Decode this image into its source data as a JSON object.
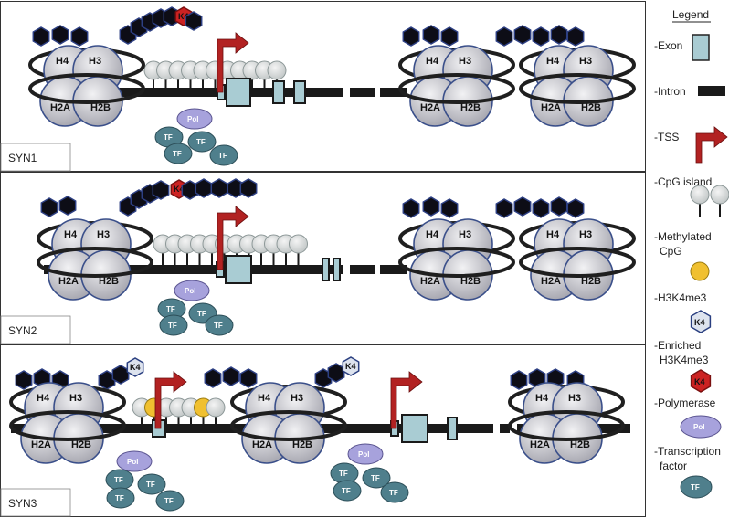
{
  "panels": [
    {
      "label": "SYN1"
    },
    {
      "label": "SYN2"
    },
    {
      "label": "SYN3"
    }
  ],
  "histones": {
    "h2a": "H2A",
    "h2b": "H2B",
    "h3": "H3",
    "h4": "H4"
  },
  "marks": {
    "k4": "K4",
    "pol": "Pol",
    "tf": "TF"
  },
  "legend": {
    "title": "Legend",
    "items": [
      {
        "label": "-Exon"
      },
      {
        "label": "-Intron"
      },
      {
        "label": "-TSS"
      },
      {
        "label": "-CpG island"
      },
      {
        "label": "-Methylated",
        "label2": "CpG"
      },
      {
        "label": "-H3K4me3"
      },
      {
        "label": "-Enriched",
        "label2": "H3K4me3"
      },
      {
        "label": "-Polymerase"
      },
      {
        "label": "-Transcription",
        "label2": "factor"
      }
    ]
  },
  "colors": {
    "histone_fill": "#c9c9ce",
    "histone_stroke": "#3a4f8a",
    "dna": "#1a1a1a",
    "exon": "#a9ccd3",
    "tss": "#b22222",
    "k4_plain": "#dde3ee",
    "k4_enriched": "#cc2222",
    "methylated": "#f0c030",
    "polymerase": "#a7a2dc",
    "tf": "#4f7f8c"
  }
}
